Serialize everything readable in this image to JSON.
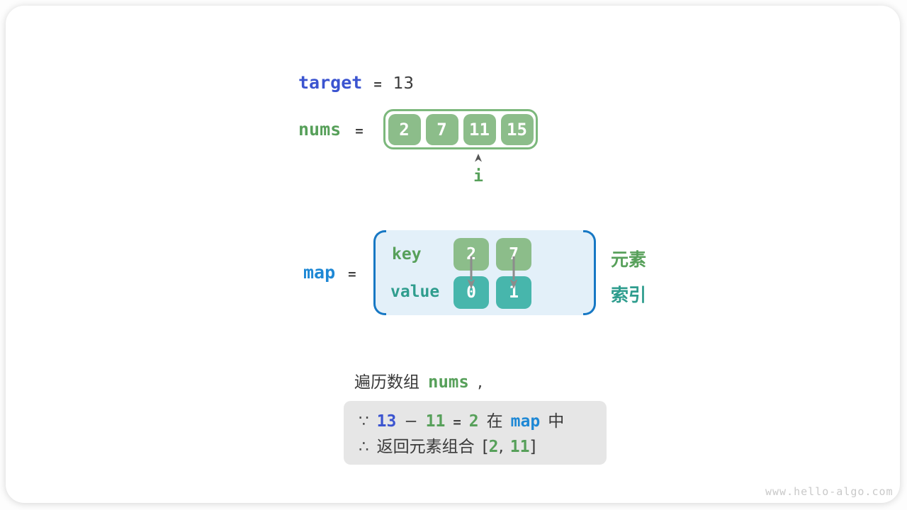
{
  "colors": {
    "royal_blue": "#3b54d0",
    "bright_blue": "#1e88d5",
    "bracket_blue": "#1778c4",
    "green_text": "#57a05a",
    "teal_text": "#2f9d8e",
    "green_cell": "#8cbd8a",
    "teal_cell": "#47b6ac",
    "nums_border_green": "#7cb87c",
    "map_background": "#e3f0f9",
    "arrow_gray": "#8c8c8c",
    "conclusion_box_gray": "#e6e6e6",
    "dark_text": "#3a3a3a"
  },
  "target_row": {
    "label": "target",
    "equals": "=",
    "value": "13"
  },
  "nums_row": {
    "label": "nums",
    "equals": "=",
    "cells": [
      "2",
      "7",
      "11",
      "15"
    ],
    "pointer_label": "i",
    "pointer_index": 2
  },
  "map_row": {
    "label": "map",
    "equals": "=",
    "key_label": "key",
    "value_label": "value",
    "keys": [
      "2",
      "7"
    ],
    "values": [
      "0",
      "1"
    ],
    "element_label": "元素",
    "index_label": "索引"
  },
  "caption": {
    "text": "遍历数组",
    "code": "nums",
    "comma": ","
  },
  "conclusion": {
    "line1": {
      "because": "∵",
      "target": "13",
      "minus": "−",
      "subtrahend": "11",
      "equals": "=",
      "result": "2",
      "in_word": "在",
      "map_code": "map",
      "suffix": "中"
    },
    "line2": {
      "therefore": "∴",
      "text": "返回元素组合",
      "open_bracket": "[",
      "first": "2",
      "comma": ",",
      "second": "11",
      "close_bracket": "]"
    }
  },
  "watermark": "www.hello-algo.com"
}
